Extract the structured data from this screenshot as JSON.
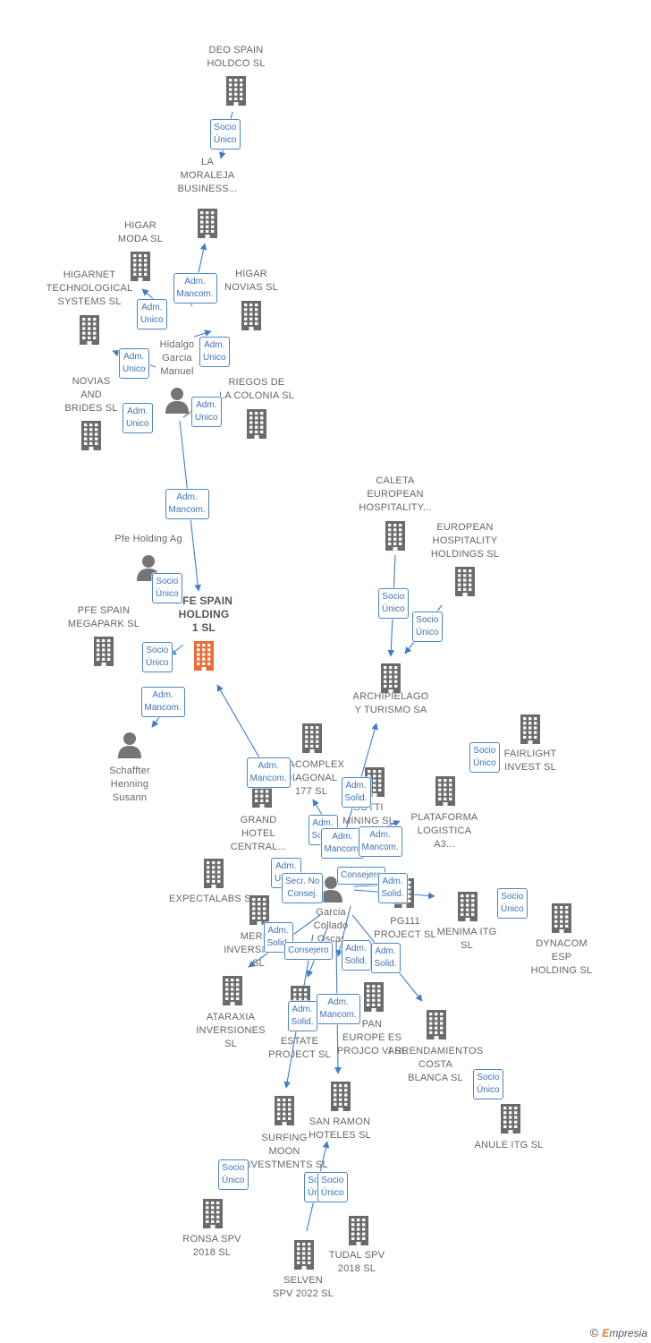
{
  "colors": {
    "edge": "#3f7ecb",
    "building": "#6b6b6b",
    "focus_building": "#ee6a31",
    "person": "#757575",
    "badge_border": "#4a86c8",
    "badge_text": "#3a74b6",
    "brand_accent": "#e87b1e"
  },
  "brand": {
    "copyright_symbol": "©",
    "name_accent": "E",
    "name_rest": "mpresia"
  },
  "nodes": [
    {
      "id": "deo",
      "icon": "building",
      "lines": [
        "DEO SPAIN",
        "HOLDCO  SL"
      ]
    },
    {
      "id": "moraleja",
      "icon": "building",
      "lines": [
        "LA",
        "MORALEJA",
        "BUSINESS..."
      ]
    },
    {
      "id": "higar_moda",
      "icon": "building",
      "lines": [
        "HIGAR",
        "MODA SL"
      ]
    },
    {
      "id": "higarnet",
      "icon": "building",
      "lines": [
        "HIGARNET",
        "TECHNOLOGICAL",
        "SYSTEMS  SL"
      ]
    },
    {
      "id": "higar_novias",
      "icon": "building",
      "lines": [
        "HIGAR",
        "NOVIAS SL"
      ]
    },
    {
      "id": "hidalgo",
      "icon": "person",
      "lines": [
        "Hidalgo",
        "Garcia",
        "Manuel"
      ]
    },
    {
      "id": "novias",
      "icon": "building",
      "lines": [
        "NOVIAS",
        "AND",
        "BRIDES  SL"
      ]
    },
    {
      "id": "riegos",
      "icon": "building",
      "lines": [
        "RIEGOS DE",
        "LA COLONIA SL"
      ]
    },
    {
      "id": "pfe_ag",
      "icon": "person",
      "lines": [
        "Pfe Holding Ag"
      ]
    },
    {
      "id": "pfe_holding",
      "icon": "building_focus",
      "lines": [
        "PFE SPAIN",
        "HOLDING",
        "1  SL"
      ]
    },
    {
      "id": "pfe_megapark",
      "icon": "building",
      "lines": [
        "PFE SPAIN",
        "MEGAPARK  SL"
      ]
    },
    {
      "id": "schaffter",
      "icon": "person",
      "lines": [
        "Schaffter",
        "Henning",
        "Susann"
      ]
    },
    {
      "id": "caleta",
      "icon": "building",
      "lines": [
        "CALETA",
        "EUROPEAN",
        "HOSPITALITY..."
      ]
    },
    {
      "id": "eur_hosp",
      "icon": "building",
      "lines": [
        "EUROPEAN",
        "HOSPITALITY",
        "HOLDINGS  SL"
      ]
    },
    {
      "id": "archipielago",
      "icon": "building",
      "lines": [
        "ARCHIPIELAGO",
        "Y TURISMO SA"
      ]
    },
    {
      "id": "fairlight",
      "icon": "building",
      "lines": [
        "FAIRLIGHT",
        "INVEST  SL"
      ]
    },
    {
      "id": "diagonal",
      "icon": "building",
      "lines": [
        "DIACOMPLEX",
        "DIAGONAL",
        "177  SL"
      ]
    },
    {
      "id": "sotti",
      "icon": "building",
      "lines": [
        "SOTTI",
        "MINING SL"
      ]
    },
    {
      "id": "plataforma",
      "icon": "building",
      "lines": [
        "PLATAFORMA",
        "LOGISTICA",
        "A3..."
      ]
    },
    {
      "id": "grand",
      "icon": "building",
      "lines": [
        "GRAND",
        "HOTEL",
        "CENTRAL..."
      ]
    },
    {
      "id": "expectalabs",
      "icon": "building",
      "lines": [
        "EXPECTALABS SL"
      ]
    },
    {
      "id": "garcia",
      "icon": "person",
      "lines": [
        "Garcia",
        "Collado",
        "Oscar"
      ]
    },
    {
      "id": "pg111",
      "icon": "building",
      "lines": [
        "PG111",
        "PROJECT  SL"
      ]
    },
    {
      "id": "menima",
      "icon": "building",
      "lines": [
        "MENIMA ITG",
        "SL"
      ]
    },
    {
      "id": "dynacom",
      "icon": "building",
      "lines": [
        "DYNACOM",
        "ESP",
        "HOLDING  SL"
      ]
    },
    {
      "id": "merry",
      "icon": "building",
      "lines": [
        "MERRY",
        "INVERSIONES",
        "SL"
      ]
    },
    {
      "id": "ataraxia",
      "icon": "building",
      "lines": [
        "ATARAXIA",
        "INVERSIONES",
        "SL"
      ]
    },
    {
      "id": "ibiza",
      "icon": "building",
      "lines": [
        "IBIZA",
        "ESTATE",
        "PROJECT  SL"
      ]
    },
    {
      "id": "pan_europe",
      "icon": "building",
      "lines": [
        "PAN",
        "EUROPE ES",
        "PROJCO VI SL"
      ]
    },
    {
      "id": "arrend",
      "icon": "building",
      "lines": [
        "ARRENDAMIENTOS",
        "COSTA",
        "BLANCA SL"
      ]
    },
    {
      "id": "anule",
      "icon": "building",
      "lines": [
        "ANULE ITG  SL"
      ]
    },
    {
      "id": "surfing",
      "icon": "building",
      "lines": [
        "SURFING",
        "MOON",
        "INVESTMENTS SL"
      ]
    },
    {
      "id": "san_ramon",
      "icon": "building",
      "lines": [
        "SAN RAMON",
        "HOTELES SL"
      ]
    },
    {
      "id": "ronsa",
      "icon": "building",
      "lines": [
        "RONSA SPV",
        "2018  SL"
      ]
    },
    {
      "id": "tudal",
      "icon": "building",
      "lines": [
        "TUDAL SPV",
        "2018  SL"
      ]
    },
    {
      "id": "selven",
      "icon": "building",
      "lines": [
        "SELVEN",
        "SPV 2022  SL"
      ]
    }
  ],
  "badges": [
    {
      "lines": [
        "Socio",
        "Único"
      ]
    },
    {
      "lines": [
        "Adm.",
        "Mancom."
      ]
    },
    {
      "lines": [
        "Adm.",
        "Unico"
      ]
    },
    {
      "lines": [
        "Adm.",
        "Unico"
      ]
    },
    {
      "lines": [
        "Adm.",
        "Unico"
      ]
    },
    {
      "lines": [
        "Adm.",
        "Unico"
      ]
    },
    {
      "lines": [
        "Adm.",
        "Unico"
      ]
    },
    {
      "lines": [
        "Adm.",
        "Mancom."
      ]
    },
    {
      "lines": [
        "Socio",
        "Único"
      ]
    },
    {
      "lines": [
        "Socio",
        "Único"
      ]
    },
    {
      "lines": [
        "Adm.",
        "Mancom."
      ]
    },
    {
      "lines": [
        "Socio",
        "Único"
      ]
    },
    {
      "lines": [
        "Socio",
        "Único"
      ]
    },
    {
      "lines": [
        "Socio",
        "Único"
      ]
    },
    {
      "lines": [
        "Adm.",
        "Mancom."
      ]
    },
    {
      "lines": [
        "Adm.",
        "Solid."
      ]
    },
    {
      "lines": [
        "Adm.",
        "Solid."
      ]
    },
    {
      "lines": [
        "Adm.",
        "Mancom."
      ]
    },
    {
      "lines": [
        "Adm.",
        "Mancom."
      ]
    },
    {
      "lines": [
        "Adm.",
        "Unico"
      ]
    },
    {
      "lines": [
        "Consejero"
      ]
    },
    {
      "lines": [
        "Secr.  No",
        "Consej."
      ]
    },
    {
      "lines": [
        "Adm.",
        "Solid."
      ]
    },
    {
      "lines": [
        "Socio",
        "Único"
      ]
    },
    {
      "lines": [
        "Adm.",
        "Solid."
      ]
    },
    {
      "lines": [
        "Consejero"
      ]
    },
    {
      "lines": [
        "Adm.",
        "Solid."
      ]
    },
    {
      "lines": [
        "Adm.",
        "Solid."
      ]
    },
    {
      "lines": [
        "Adm.",
        "Solid."
      ]
    },
    {
      "lines": [
        "Adm.",
        "Mancom."
      ]
    },
    {
      "lines": [
        "Socio",
        "Único"
      ]
    },
    {
      "lines": [
        "Socio",
        "Único"
      ]
    },
    {
      "lines": [
        "Socio",
        "Único"
      ]
    },
    {
      "lines": [
        "Socio",
        "Único"
      ]
    }
  ]
}
